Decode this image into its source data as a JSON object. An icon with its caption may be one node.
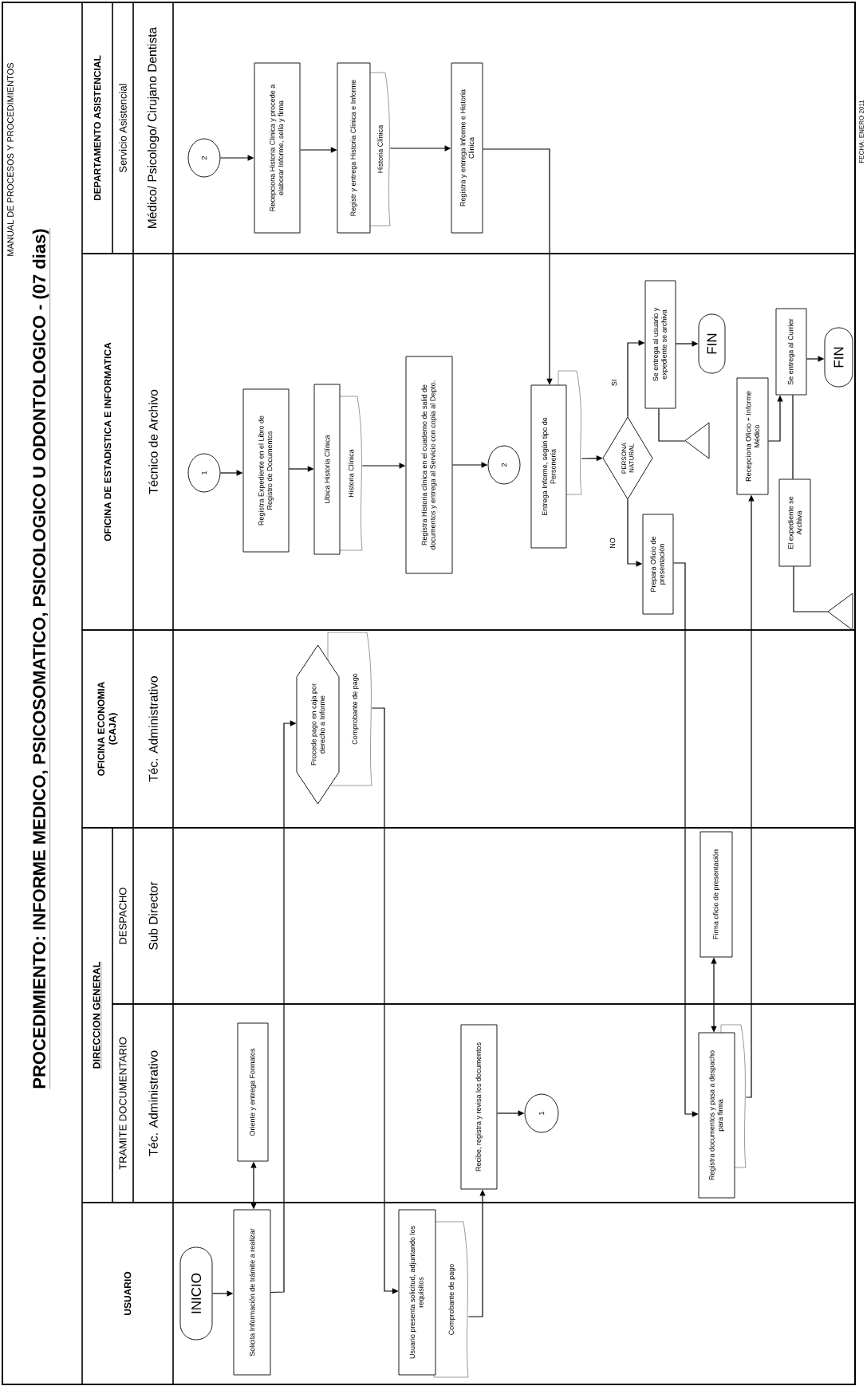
{
  "diagram": {
    "title": "PROCEDIMIENTO: INFORME MEDICO, PSICOSOMATICO, PSICOLOGICO U ODONTOLOGICO - (07 dias)",
    "nodes": [
      {
        "text": [
          "USUARIO"
        ]
      },
      {
        "text": [
          "DIRECCION GENERAL"
        ]
      },
      {
        "text": [
          "TRAMITE DOCUMENTARIO",
          "Téc. Administrativo"
        ],
        "in": 1
      },
      {
        "text": [
          "DESPACHO",
          "Sub Director"
        ],
        "in": 1
      },
      {
        "text": [
          "OFICINA ECONOMIA (CAJA)",
          "Téc. Administrativo"
        ]
      },
      {
        "text": [
          "OFICINA DE ESTADISTICA E INFORMATICA",
          "Técnico de Archivo"
        ]
      },
      {
        "text": [
          "DEPARTAMENTO ASISTENCIAL",
          "Servicio Asistencial",
          "Médico/ Psicologo/ Cirujano Dentista"
        ]
      },
      {
        "text": [
          "INICIO"
        ],
        "in": 0
      },
      {
        "text": [
          "Solicita Información de trámite a realizar"
        ],
        "in": 0
      },
      {
        "text": [
          "Oriente y entrega Formatos"
        ],
        "in": 2
      },
      {
        "text": [
          "Procede pago en caja por derecho a Informe",
          "Comprobante de pago"
        ],
        "in": 4
      },
      {
        "text": [
          "Usuario presenta solicitud, adjuntando los requisitos",
          "Comprobante de pago"
        ],
        "in": 0
      },
      {
        "text": [
          "Recibe, registra y revisa los documentos"
        ],
        "in": 2
      },
      {
        "text": [
          "1"
        ],
        "in": 2
      },
      {
        "text": [
          "1"
        ],
        "in": 5
      },
      {
        "text": [
          "Registra Expediente en el Libro de Registro de Documentos"
        ],
        "in": 5
      },
      {
        "text": [
          "Ubica Historia Clínica",
          "Historia Clínica"
        ],
        "in": 5
      },
      {
        "text": [
          "Registra Historia clinica en el cuaderno de salid de documentos y entrega al Servicio con copia al Depto."
        ],
        "in": 5
      },
      {
        "text": [
          "2"
        ],
        "in": 5
      },
      {
        "text": [
          "2"
        ],
        "in": 6
      },
      {
        "text": [
          "Recepciona Historia Clinica y procede a elaborar Informe, sella y firma"
        ],
        "in": 6
      },
      {
        "text": [
          "Registr y entrega Historia Clinica e Informe",
          "Historia Clínica"
        ],
        "in": 6
      },
      {
        "text": [
          "Registra y entrega Informe e Historia Clinica"
        ],
        "in": 6
      },
      {
        "text": [
          "Entrega Informe, según tipo de Personería"
        ],
        "in": 5
      },
      {
        "text": [
          "PERSONA NATURAL"
        ],
        "in": 5
      },
      {
        "text": [
          "Se entrega al usuario y expediente se archiva"
        ],
        "in": 5
      },
      {
        "text": [
          "FIN"
        ],
        "in": 5
      },
      {
        "text": [],
        "shape": "triangle",
        "in": 5
      },
      {
        "text": [
          "Prepara Oficio de presentación"
        ],
        "in": 5
      },
      {
        "text": [
          "Registra documentos y pasa a despacho para firma"
        ],
        "in": 2
      },
      {
        "text": [
          "Firma oficio de presentación"
        ],
        "in": 3
      },
      {
        "text": [
          "Recepciona Oficio + Informe Médico"
        ],
        "in": 5
      },
      {
        "text": [
          "Se entrega al Currier"
        ],
        "in": 5
      },
      {
        "text": [
          "FIN"
        ],
        "in": 5
      },
      {
        "text": [
          "El expediente se Archiva"
        ],
        "in": 5
      },
      {
        "text": [],
        "shape": "triangle",
        "in": 5
      }
    ],
    "edges": [
      {
        "from": 7,
        "to": 8,
        "arrow": "to"
      },
      {
        "from": 8,
        "to": 9,
        "arrow": "both"
      },
      {
        "from": 8,
        "to": 10,
        "arrow": "to"
      },
      {
        "from": 10,
        "to": 11,
        "arrow": "to"
      },
      {
        "from": 11,
        "to": 12,
        "arrow": "to"
      },
      {
        "from": 12,
        "to": 13,
        "arrow": "to"
      },
      {
        "from": 14,
        "to": 15,
        "arrow": "to"
      },
      {
        "from": 15,
        "to": 16,
        "arrow": "to"
      },
      {
        "from": 16,
        "to": 17,
        "arrow": "to"
      },
      {
        "from": 17,
        "to": 18,
        "arrow": "to"
      },
      {
        "from": 19,
        "to": 20,
        "arrow": "to"
      },
      {
        "from": 20,
        "to": 21,
        "arrow": "to"
      },
      {
        "from": 21,
        "to": 22,
        "arrow": "to"
      },
      {
        "from": 22,
        "to": 23,
        "arrow": "to"
      },
      {
        "from": 23,
        "to": 24,
        "arrow": "to"
      },
      {
        "from": 24,
        "to": 25,
        "arrow": "to",
        "label": "SI"
      },
      {
        "from": 25,
        "to": 26,
        "arrow": "to"
      },
      {
        "from": 25,
        "to": 27,
        "arrow": "none"
      },
      {
        "from": 24,
        "to": 28,
        "arrow": "to",
        "label": "NO"
      },
      {
        "from": 28,
        "to": 29,
        "arrow": "to"
      },
      {
        "from": 29,
        "to": 30,
        "arrow": "both"
      },
      {
        "from": 29,
        "to": 31,
        "arrow": "to"
      },
      {
        "from": 31,
        "to": 32,
        "arrow": "to"
      },
      {
        "from": 32,
        "to": 33,
        "arrow": "to"
      },
      {
        "from": 32,
        "to": 34,
        "arrow": "none"
      },
      {
        "from": 34,
        "to": 35,
        "arrow": "none"
      }
    ],
    "labels": [
      "MANUAL DE PROCESOS Y PROCEDIMIENTOS",
      "FECHA: ENERO 2011"
    ]
  }
}
